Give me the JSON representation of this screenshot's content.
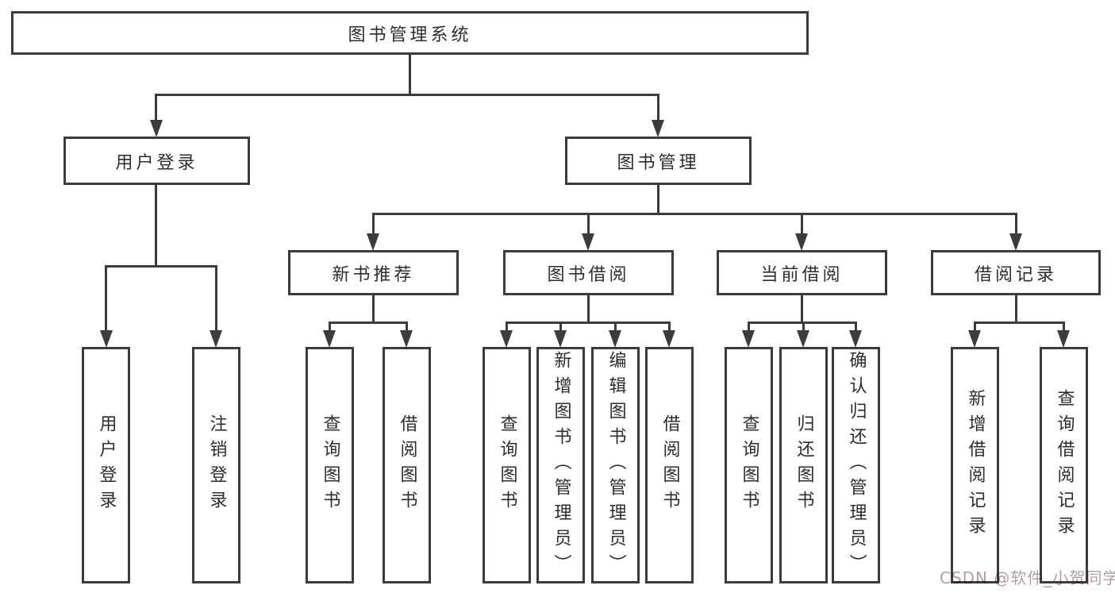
{
  "tree": {
    "root": {
      "label": "图书管理系统"
    },
    "branches": [
      {
        "label": "用户登录",
        "children": [
          {
            "label": "用户登录"
          },
          {
            "label": "注销登录"
          }
        ]
      },
      {
        "label": "图书管理",
        "sections": [
          {
            "label": "新书推荐",
            "children": [
              {
                "label": "查询图书"
              },
              {
                "label": "借阅图书"
              }
            ]
          },
          {
            "label": "图书借阅",
            "children": [
              {
                "label": "查询图书"
              },
              {
                "label": "新增图书（管理员）"
              },
              {
                "label": "编辑图书（管理员）"
              },
              {
                "label": "借阅图书"
              }
            ]
          },
          {
            "label": "当前借阅",
            "children": [
              {
                "label": "查询图书"
              },
              {
                "label": "归还图书"
              },
              {
                "label": "确认归还（管理员）"
              }
            ]
          },
          {
            "label": "借阅记录",
            "children": [
              {
                "label": "新增借阅记录"
              },
              {
                "label": "查询借阅记录"
              }
            ]
          }
        ]
      }
    ]
  },
  "watermark": {
    "text": "CSDN @软件_小贺同学",
    "color": "#a28d92"
  },
  "colors": {
    "line": "#3c3c3c",
    "box_border": "#3c3c3c",
    "box_fill": "#ffffff",
    "text": "#2d2d2d",
    "background": "#ffffff"
  }
}
